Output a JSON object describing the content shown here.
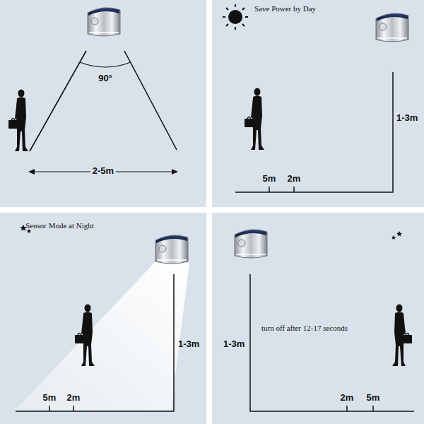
{
  "diagram": {
    "labels": [
      "90°",
      "2-5m",
      "Save Power by Day",
      "1-3m",
      "5m",
      "2m",
      "Sensor Mode at Night",
      "1-3m",
      "5m",
      "2m",
      "1-3m",
      "turn off after 12-17 seconds",
      "2m",
      "5m"
    ]
  }
}
